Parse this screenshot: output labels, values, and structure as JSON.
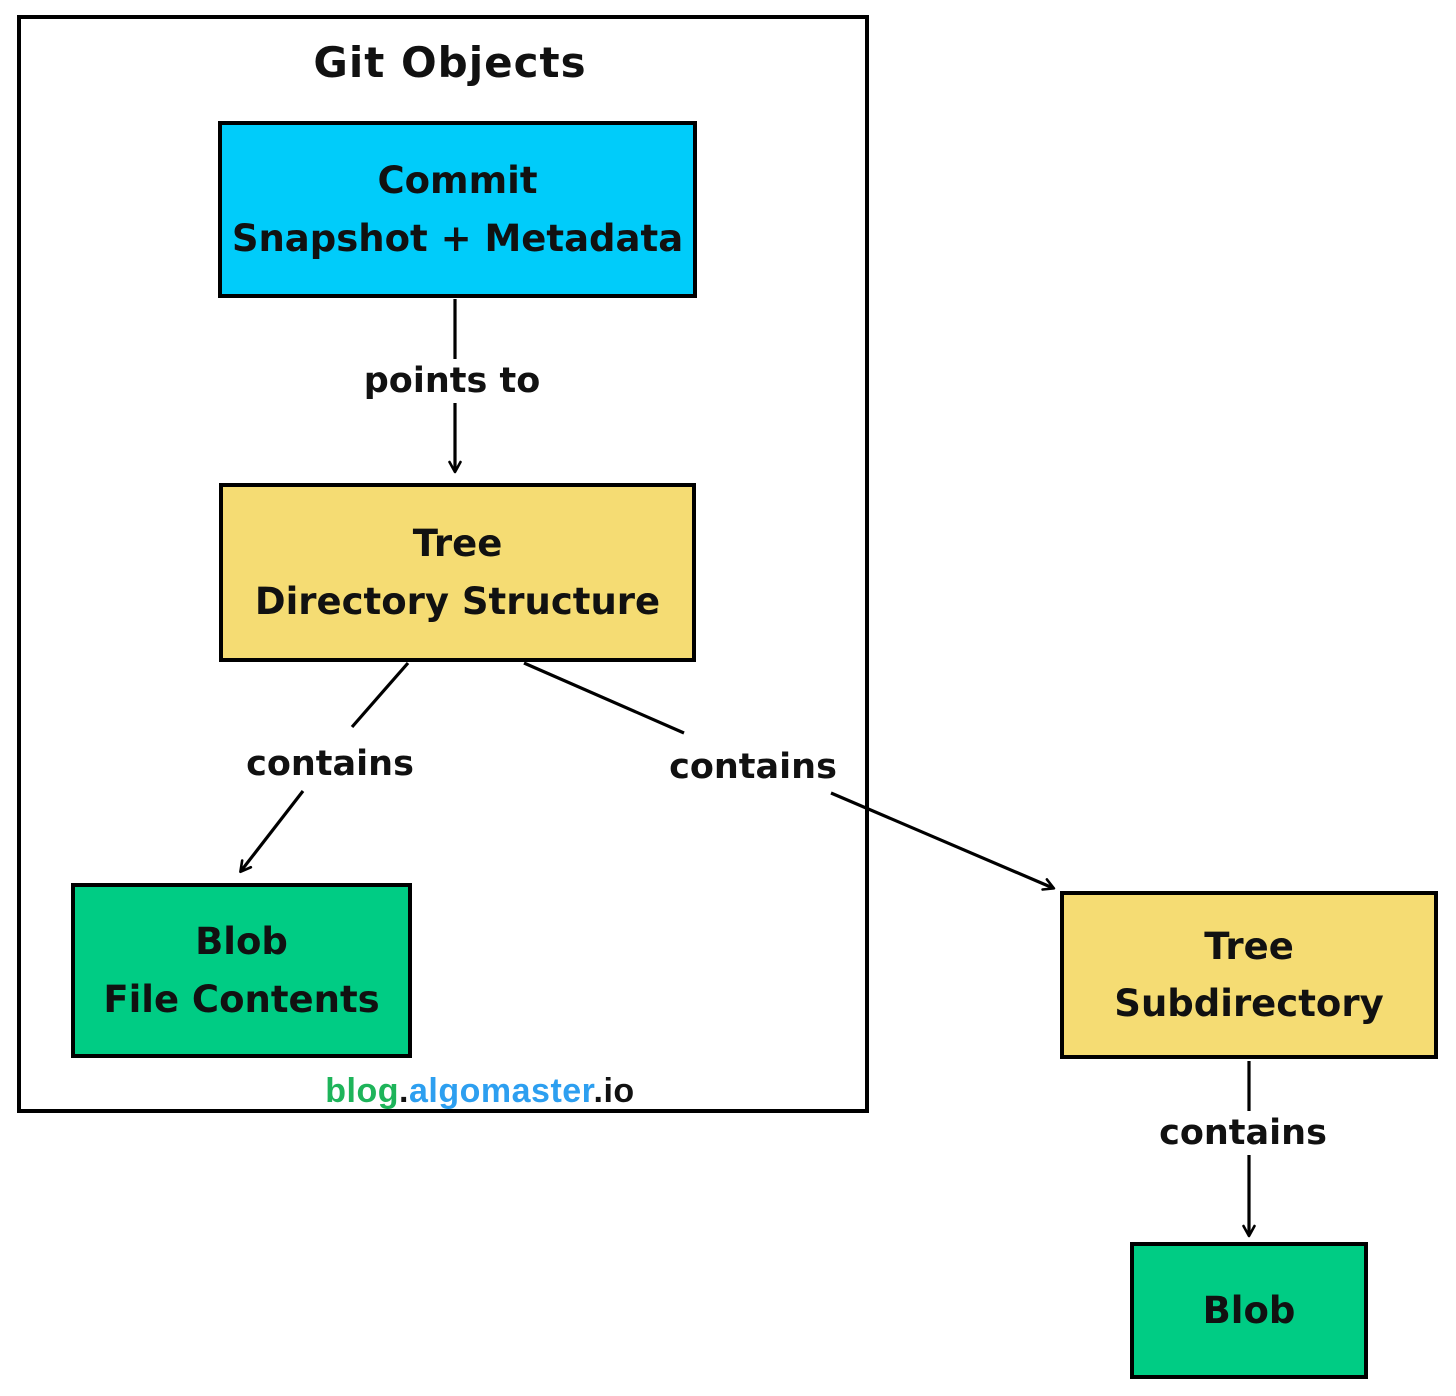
{
  "diagram": {
    "title": "Git Objects",
    "nodes": {
      "commit": {
        "title": "Commit",
        "subtitle": "Snapshot + Metadata"
      },
      "tree": {
        "title": "Tree",
        "subtitle": "Directory Structure"
      },
      "blob": {
        "title": "Blob",
        "subtitle": "File Contents"
      },
      "tree_subdirectory": {
        "title": "Tree",
        "subtitle": "Subdirectory"
      },
      "blob_2": {
        "title": "Blob"
      }
    },
    "edges": {
      "points_to": "points to",
      "contains_blob": "contains",
      "contains_subtree": "contains",
      "contains_blob_2": "contains"
    },
    "colors": {
      "commit_fill": "#00ccfa",
      "tree_fill": "#f5dc73",
      "blob_fill": "#00cc84",
      "stroke": "#000000",
      "watermark_green": "#1eb45a",
      "watermark_blue": "#2d9ff0"
    },
    "watermark": {
      "part1": "blog",
      "dot1": ".",
      "part2": "algomaster",
      "dot2": ".io"
    }
  }
}
